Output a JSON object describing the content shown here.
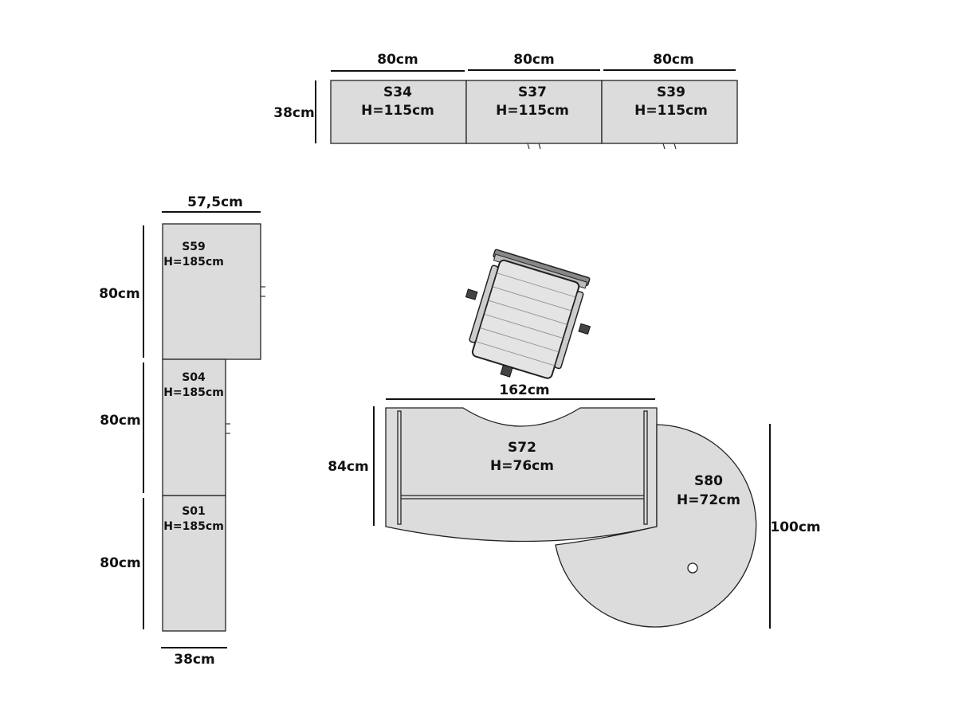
{
  "wall_units": [
    {
      "code": "S34",
      "height": "H=115cm",
      "width": "80cm"
    },
    {
      "code": "S37",
      "height": "H=115cm",
      "width": "80cm"
    },
    {
      "code": "S39",
      "height": "H=115cm",
      "width": "80cm"
    }
  ],
  "wall_depth": "38cm",
  "side_units": [
    {
      "code": "S59",
      "height": "H=185cm",
      "length": "80cm"
    },
    {
      "code": "S04",
      "height": "H=185cm",
      "length": "80cm"
    },
    {
      "code": "S01",
      "height": "H=185cm",
      "length": "80cm"
    }
  ],
  "side_top_width": "57,5cm",
  "side_bottom_width": "38cm",
  "desk": {
    "code": "S72",
    "height": "H=76cm",
    "width": "162cm",
    "depth": "84cm"
  },
  "round_table": {
    "code": "S80",
    "height": "H=72cm",
    "diameter": "100cm"
  }
}
